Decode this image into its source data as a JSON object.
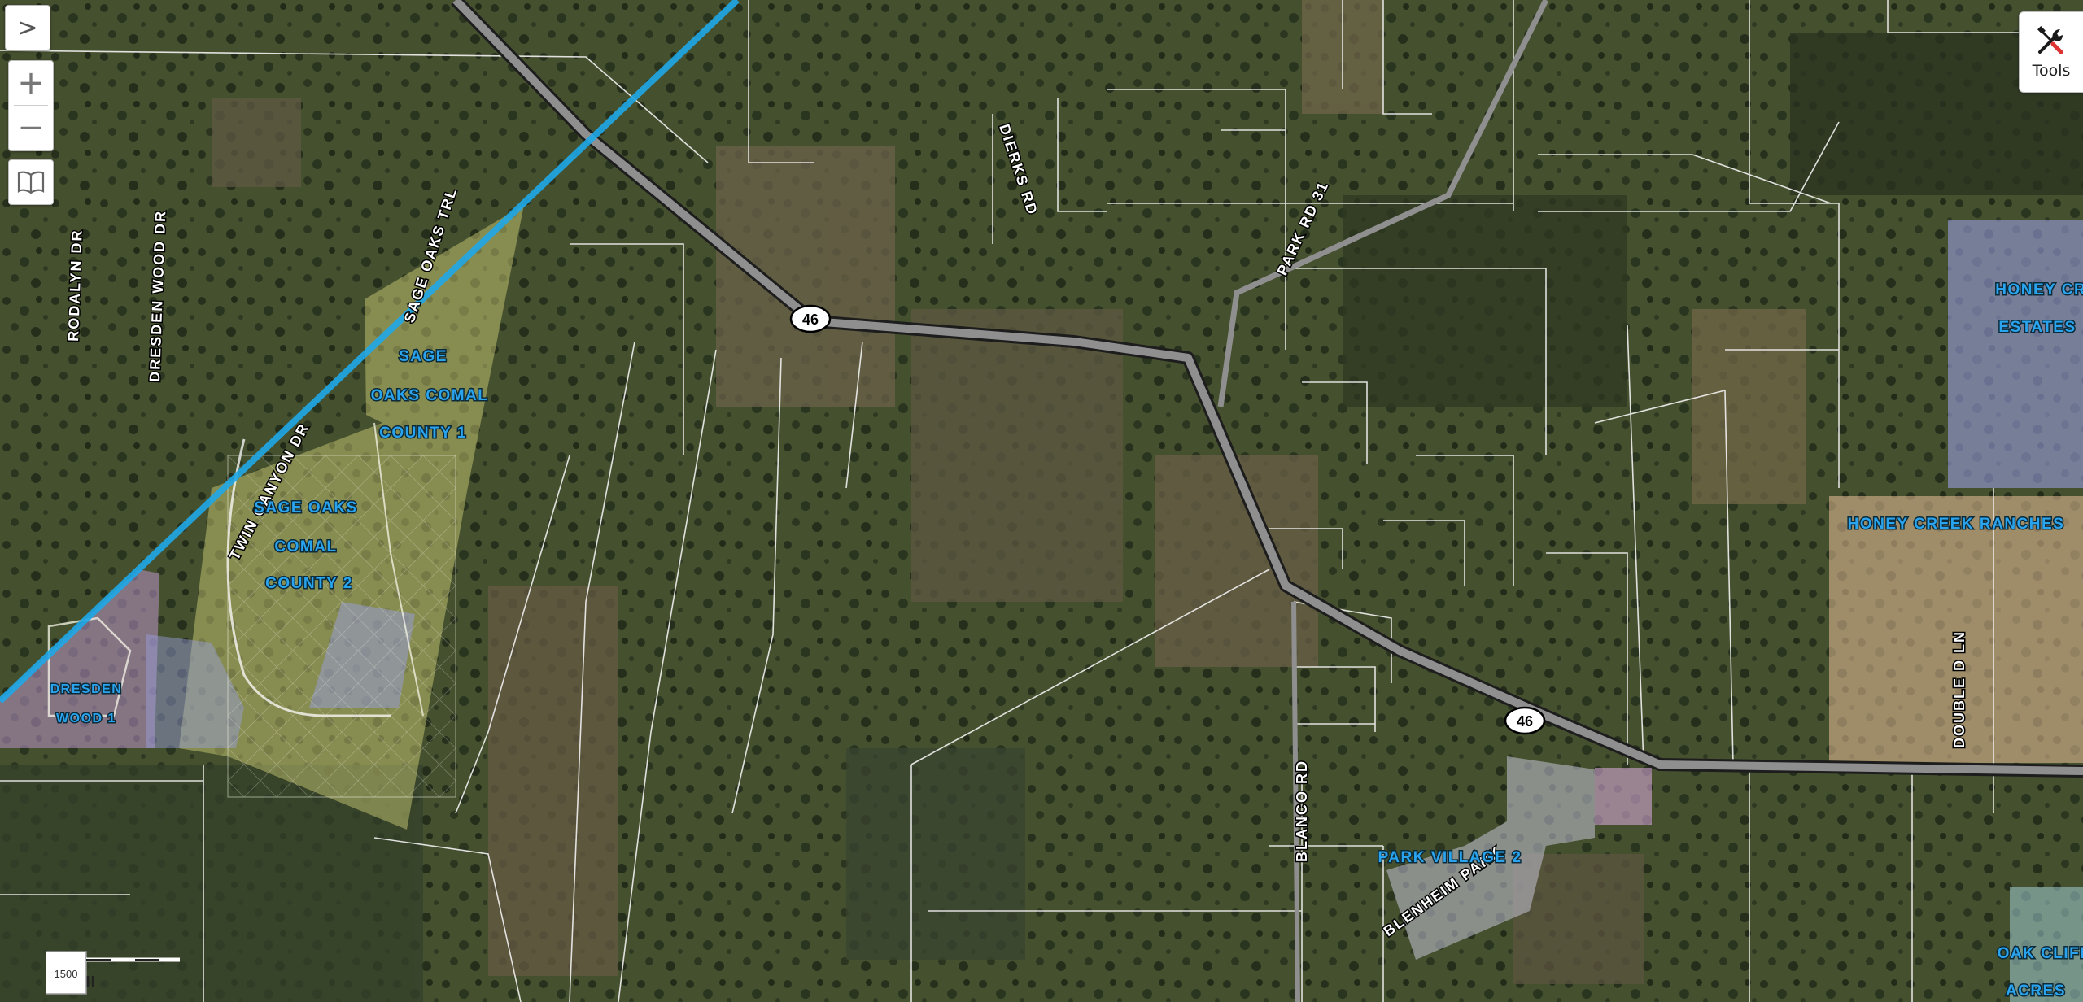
{
  "controls": {
    "expand_glyph": ">",
    "zoom_in_glyph": "+",
    "zoom_out_glyph": "−",
    "tools_label": "Tools"
  },
  "colors": {
    "parcel_line": "#f2f2f2",
    "county_line": "#1fa8e8",
    "label_fill": "#2aa4ee",
    "sage_oaks_fill": "#d8d47a",
    "dresden_fill": "#b993c9",
    "honey_estates_fill": "#9a9fe0",
    "honey_ranches_fill": "#e8c098",
    "park_village_fill": "#c3c3d6",
    "blenheim_fill": "#d6a6d6"
  },
  "roads": {
    "rodalyn": "RODALYN DR",
    "dresden_wood": "DRESDEN WOOD DR",
    "sage_oaks_trl": "SAGE OAKS TRL",
    "twin_canyon": "TWIN CANYON DR",
    "dierks": "DIERKS RD",
    "park_rd": "PARK RD 31",
    "blanco": "BLANCO RD",
    "double_d": "DOUBLE D LN",
    "blenheim": "BLENHEIM PARK",
    "hwy_shield": "46"
  },
  "subdivisions": {
    "sage_oaks_1": [
      "SAGE",
      "OAKS COMAL",
      "COUNTY 1"
    ],
    "sage_oaks_2": [
      "SAGE OAKS",
      "COMAL",
      "COUNTY 2"
    ],
    "dresden_wood_1": [
      "DRESDEN",
      "WOOD 1"
    ],
    "honey_creek_estates": [
      "HONEY CREEK",
      "ESTATES"
    ],
    "honey_creek_ranches": "HONEY CREEK RANCHES",
    "park_village_2": "PARK VILLAGE 2",
    "oak_cliff_acres": [
      "OAK CLIFF",
      "ACRES"
    ]
  },
  "scale": {
    "ratio_label": "1500"
  }
}
